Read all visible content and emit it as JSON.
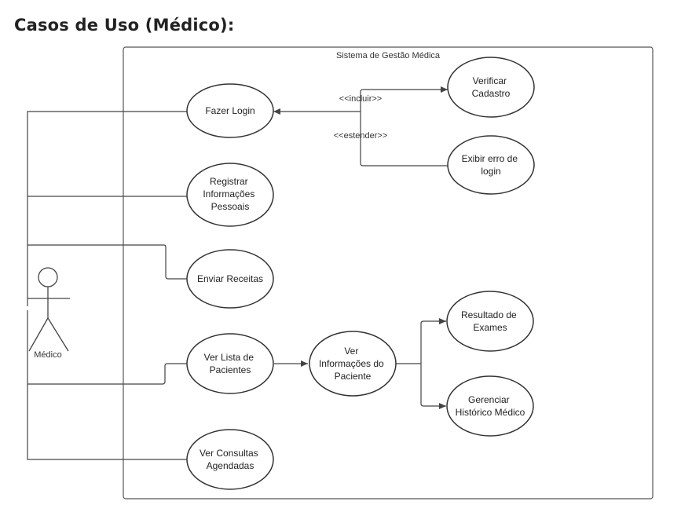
{
  "title": "Casos de Uso (Médico):",
  "system_boundary": {
    "label": "Sistema de Gestão Médica"
  },
  "actor": {
    "label": "Médico"
  },
  "use_cases": {
    "fazer_login": [
      "Fazer Login"
    ],
    "registrar": [
      "Registrar",
      "Informações",
      "Pessoais"
    ],
    "enviar_receitas": [
      "Enviar Receitas"
    ],
    "ver_lista": [
      "Ver Lista de",
      "Pacientes"
    ],
    "ver_consultas": [
      "Ver Consultas",
      "Agendadas"
    ],
    "verificar_cadastro": [
      "Verificar",
      "Cadastro"
    ],
    "exibir_erro": [
      "Exibir erro de",
      "login"
    ],
    "ver_informacoes": [
      "Ver",
      "Informações do",
      "Paciente"
    ],
    "resultado_exames": [
      "Resultado de",
      "Exames"
    ],
    "gerenciar_historico": [
      "Gerenciar",
      "Histórico Médico"
    ]
  },
  "relations": {
    "include": "<<incluir>>",
    "extend": "<<estender>>"
  },
  "colors": {
    "line": "#444444",
    "fill": "#ffffff"
  }
}
